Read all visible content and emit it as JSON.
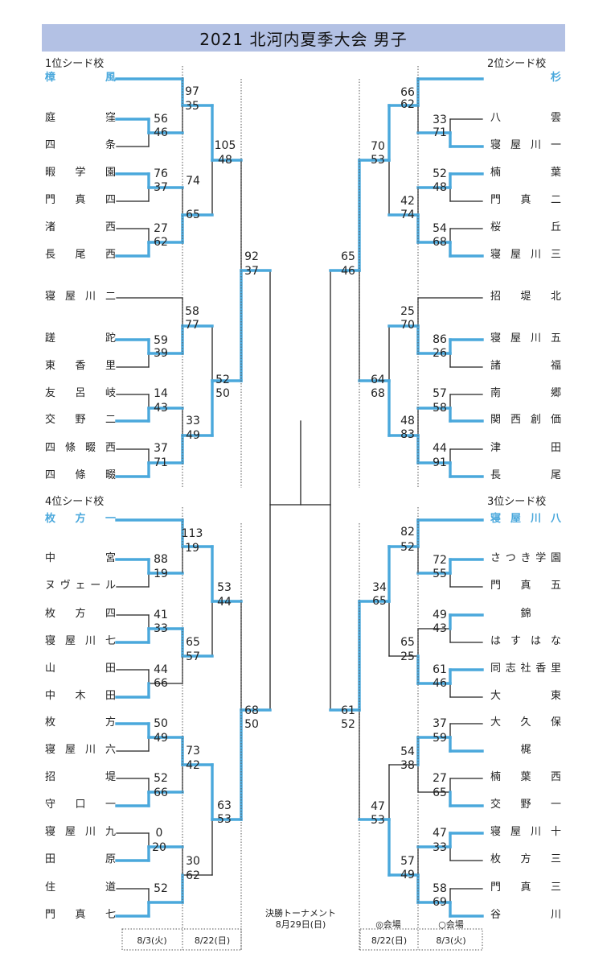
{
  "title": "2021 北河内夏季大会 男子",
  "seed_labels": {
    "tl": "1位シード校",
    "tr": "2位シード校",
    "bl": "4位シード校",
    "br": "3位シード校"
  },
  "colors": {
    "highlight": "#4aa8dc",
    "line": "#222222",
    "title_bg": "#b3c1e4"
  },
  "teams": {
    "left": [
      "樟 風",
      "庭 窪",
      "四 条",
      "暇学園",
      "門真四",
      "渚 西",
      "長尾西",
      "寝屋川二",
      "蹉 跎",
      "東香里",
      "友呂岐",
      "交野二",
      "四條畷西",
      "四 條 畷",
      "枚方一",
      "中 宮",
      "ヌヴェール",
      "枚方四",
      "寝屋川七",
      "山 田",
      "中木田",
      "枚 方",
      "寝屋川六",
      "招 堤",
      "守口一",
      "寝屋川九",
      "田 原",
      "住 道",
      "門真七"
    ],
    "right": [
      "杉",
      "八 雲",
      "寝屋川一",
      "楠 葉",
      "門真二",
      "桜 丘",
      "寝屋川三",
      "招堤北",
      "寝屋川五",
      "諸 福",
      "南 郷",
      "関西創価",
      "津 田",
      "長 尾",
      "寝屋川八",
      "さつき学園",
      "門真五",
      "錦",
      "はすはな",
      "同志社香里",
      "大 東",
      "大久保",
      "梶",
      "楠葉西",
      "交野一",
      "寝屋川十",
      "枚方三",
      "門真三",
      "谷 川"
    ]
  },
  "scores": [
    "97",
    "35",
    "56",
    "46",
    "76",
    "37",
    "74",
    "65",
    "27",
    "62",
    "105",
    "48",
    "58",
    "77",
    "59",
    "39",
    "14",
    "43",
    "33",
    "49",
    "37",
    "71",
    "52",
    "50",
    "92",
    "37",
    "66",
    "62",
    "33",
    "71",
    "52",
    "48",
    "42",
    "74",
    "54",
    "68",
    "70",
    "53",
    "25",
    "70",
    "86",
    "26",
    "57",
    "58",
    "48",
    "83",
    "44",
    "91",
    "64",
    "68",
    "65",
    "46",
    "113",
    "19",
    "88",
    "19",
    "41",
    "33",
    "65",
    "57",
    "44",
    "66",
    "53",
    "44",
    "50",
    "49",
    "73",
    "42",
    "52",
    "66",
    "0",
    "20",
    "30",
    "62",
    "52",
    "63",
    "53",
    "68",
    "50",
    "82",
    "52",
    "72",
    "55",
    "49",
    "43",
    "34",
    "65",
    "65",
    "25",
    "61",
    "46",
    "37",
    "59",
    "27",
    "65",
    "54",
    "38",
    "47",
    "33",
    "57",
    "49",
    "58",
    "69",
    "47",
    "53",
    "61",
    "52"
  ],
  "dates": {
    "r1_left": "8/3(火)",
    "r2_left": "8/22(日)",
    "final": "決勝トーナメント",
    "final_date": "8月29日(日)",
    "venue_double": "◎会場",
    "venue_single": "○会場",
    "r2_right": "8/22(日)",
    "r1_right": "8/3(火)"
  }
}
